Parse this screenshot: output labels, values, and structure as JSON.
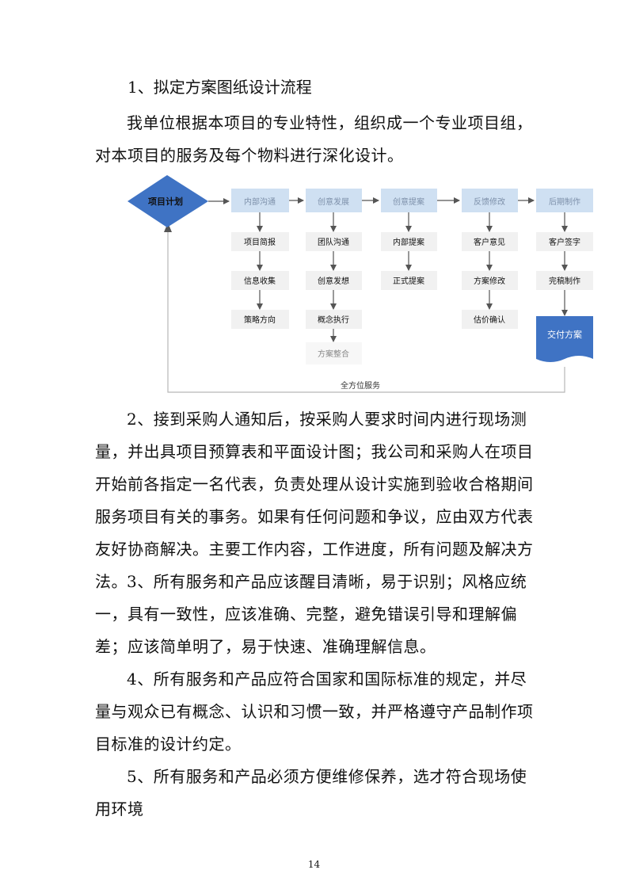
{
  "section": {
    "heading": "1、拟定方案图纸设计流程",
    "intro": "我单位根据本项目的专业特性，组织成一个专业项目组，对本项目的服务及每个物料进行深化设计。"
  },
  "flowchart": {
    "start": "项目计划",
    "columns": [
      {
        "header": "内部沟通",
        "items": [
          "项目简报",
          "信息收集",
          "策略方向"
        ]
      },
      {
        "header": "创意发展",
        "items": [
          "团队沟通",
          "创意发想",
          "概念执行",
          "方案整合"
        ]
      },
      {
        "header": "创意提案",
        "items": [
          "内部提案",
          "正式提案"
        ]
      },
      {
        "header": "反馈修改",
        "items": [
          "客户意见",
          "方案修改",
          "估价确认"
        ]
      },
      {
        "header": "后期制作",
        "items": [
          "客户签字",
          "完稿制作"
        ]
      }
    ],
    "deliverable": "交付方案",
    "loop_label": "全方位服务"
  },
  "paragraphs": [
    "2、接到采购人通知后，按采购人要求时间内进行现场测量，并出具项目预算表和平面设计图；我公司和采购人在项目开始前各指定一名代表，负责处理从设计实施到验收合格期间服务项目有关的事务。如果有任何问题和争议，应由双方代表友好协商解决。主要工作内容，工作进度，所有问题及解决方法。",
    "3、所有服务和产品应该醒目清晰，易于识别；风格应统一，具有一致性，应该准确、完整，避免错误引导和理解偏差；应该简单明了，易于快速、准确理解信息。",
    "4、所有服务和产品应符合国家和国际标准的规定，并尽量与观众已有概念、认识和习惯一致，并严格遵守产品制作项目标准的设计约定。",
    "5、所有服务和产品必须方便维修保养，选才符合现场使用环境"
  ],
  "page_number": "14",
  "colors": {
    "diamond": "#3f73c4",
    "header_fill": "#cfe0f2",
    "header_text": "#7d90aa",
    "deliverable_fill": "#3f73c4",
    "deliverable_text": "#ffffff",
    "item_fill": "#f1f1f1",
    "faded_fill": "#f7f7f7",
    "arrow": "#555555",
    "loop_line": "#b8b8b8"
  }
}
